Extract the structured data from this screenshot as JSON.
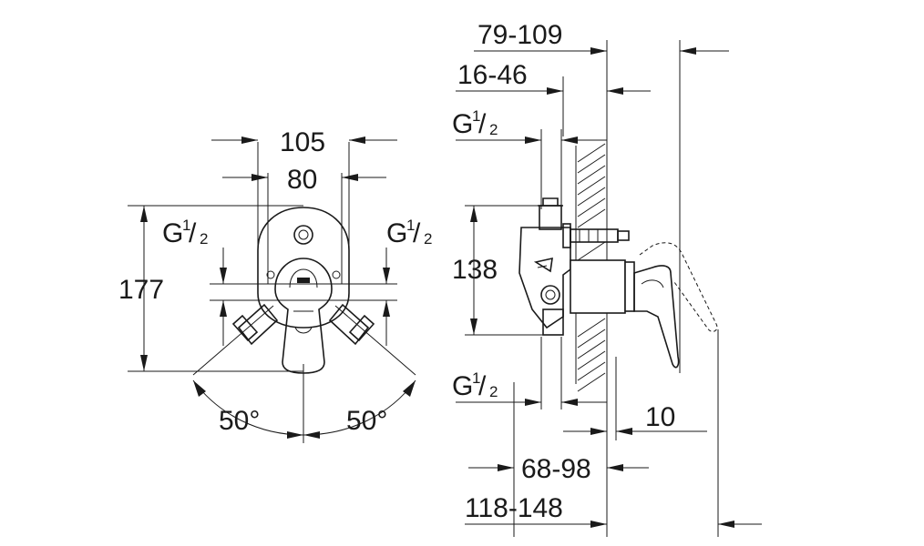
{
  "front_view": {
    "width_outer": "105",
    "width_inner": "80",
    "height": "177",
    "connection_left": {
      "base": "G",
      "num": "1",
      "den": "2"
    },
    "connection_right": {
      "base": "G",
      "num": "1",
      "den": "2"
    },
    "angle_left": "50°",
    "angle_right": "50°"
  },
  "side_view": {
    "depth_top_outer": "79-109",
    "depth_top_inner": "16-46",
    "height": "138",
    "connection_top": {
      "base": "G",
      "num": "1",
      "den": "2"
    },
    "connection_bottom": {
      "base": "G",
      "num": "1",
      "den": "2"
    },
    "wall_offset": "10",
    "depth_bottom_inner": "68-98",
    "depth_bottom_outer": "118-148"
  }
}
